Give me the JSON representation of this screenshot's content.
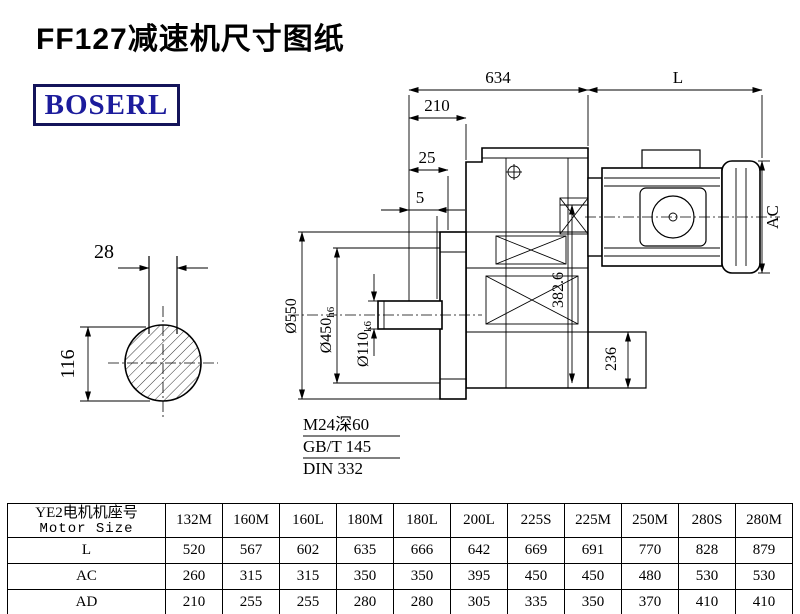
{
  "page": {
    "title": "FF127减速机尺寸图纸"
  },
  "logo": {
    "text": "BOSERL"
  },
  "drawing": {
    "dim_634": "634",
    "dim_L": "L",
    "dim_210": "210",
    "dim_25": "25",
    "dim_5": "5",
    "dim_AC": "AC",
    "dim_550": "Ø550",
    "dim_450": "Ø450",
    "dim_450_tol": "h6",
    "dim_110": "Ø110",
    "dim_110_tol": "k6",
    "dim_382": "382.6",
    "dim_236": "236",
    "dim_28": "28",
    "dim_116": "116",
    "note_thread": "M24深60",
    "note_gb": "GB/T 145",
    "note_din": "DIN 332"
  },
  "table": {
    "size_label_cn": "YE2电机机座号",
    "size_label_en": "Motor Size",
    "columns": [
      "132M",
      "160M",
      "160L",
      "180M",
      "180L",
      "200L",
      "225S",
      "225M",
      "250M",
      "280S",
      "280M"
    ],
    "rows": [
      {
        "label": "L",
        "values": [
          "520",
          "567",
          "602",
          "635",
          "666",
          "642",
          "669",
          "691",
          "770",
          "828",
          "879"
        ]
      },
      {
        "label": "AC",
        "values": [
          "260",
          "315",
          "315",
          "350",
          "350",
          "395",
          "450",
          "450",
          "480",
          "530",
          "530"
        ]
      },
      {
        "label": "AD",
        "values": [
          "210",
          "255",
          "255",
          "280",
          "280",
          "305",
          "335",
          "350",
          "370",
          "410",
          "410"
        ]
      }
    ]
  }
}
